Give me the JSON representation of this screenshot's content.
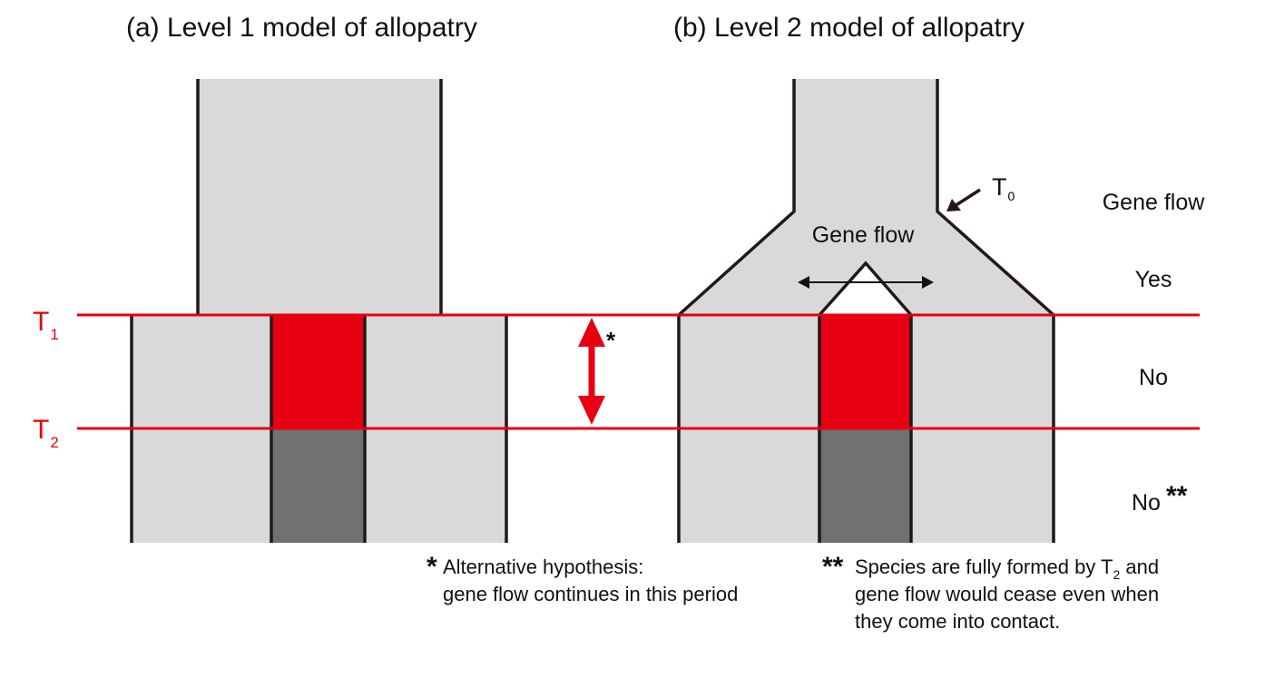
{
  "panel_a": {
    "title": "(a) Level 1 model of allopatry"
  },
  "panel_b": {
    "title": "(b) Level 2 model of allopatry",
    "inner_label": "Gene flow"
  },
  "time_markers": {
    "t1_main": "T",
    "t1_sub": "1",
    "t2_main": "T",
    "t2_sub": "2",
    "t0_main": "T",
    "t0_sub": "0"
  },
  "gene_flow_column": {
    "header": "Gene flow",
    "rows": [
      "Yes",
      "No",
      "No"
    ],
    "last_row_marker": "**"
  },
  "footnotes": {
    "single_marker": "*",
    "single_line1": "Alternative hypothesis:",
    "single_line2": "gene flow continues in this period",
    "double_marker": "**",
    "double_line1_pre": "Species are fully formed by T",
    "double_line1_sub": "2",
    "double_line1_post": " and",
    "double_line2": "gene flow would cease even when",
    "double_line3": "they come into contact.",
    "arrow_marker": "*"
  },
  "colors": {
    "red": "#e60012",
    "light_gray": "#d9d9d9",
    "dark_gray": "#727171",
    "outline": "#231815"
  }
}
